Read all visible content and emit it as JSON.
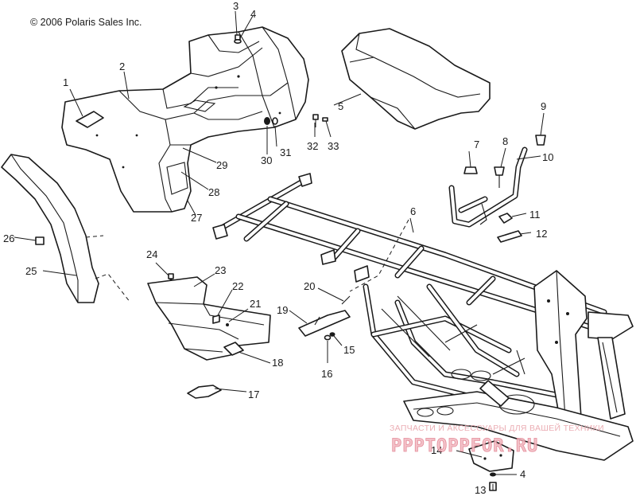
{
  "copyright": "© 2006 Polaris Sales Inc.",
  "callouts": {
    "c1": "1",
    "c2": "2",
    "c3": "3",
    "c4": "4",
    "c4b": "4",
    "c5": "5",
    "c6": "6",
    "c7": "7",
    "c8": "8",
    "c9": "9",
    "c10": "10",
    "c11": "11",
    "c12": "12",
    "c13": "13",
    "c14": "14",
    "c15": "15",
    "c16": "16",
    "c17": "17",
    "c18": "18",
    "c19": "19",
    "c20": "20",
    "c21": "21",
    "c22": "22",
    "c23": "23",
    "c24": "24",
    "c25": "25",
    "c26": "26",
    "c27": "27",
    "c28": "28",
    "c29": "29",
    "c30": "30",
    "c31": "31",
    "c32": "32",
    "c33": "33"
  },
  "watermark": {
    "subtitle": "ЗАПЧАСТИ И АКСЕССУАРЫ ДЛЯ ВАШЕЙ ТЕХНИКИ",
    "brand": "PPPTOPPFOR.RU",
    "main_color": "#e07888",
    "sub_color": "#e8a0a8"
  },
  "colors": {
    "line": "#1a1a1a",
    "background": "#ffffff"
  }
}
